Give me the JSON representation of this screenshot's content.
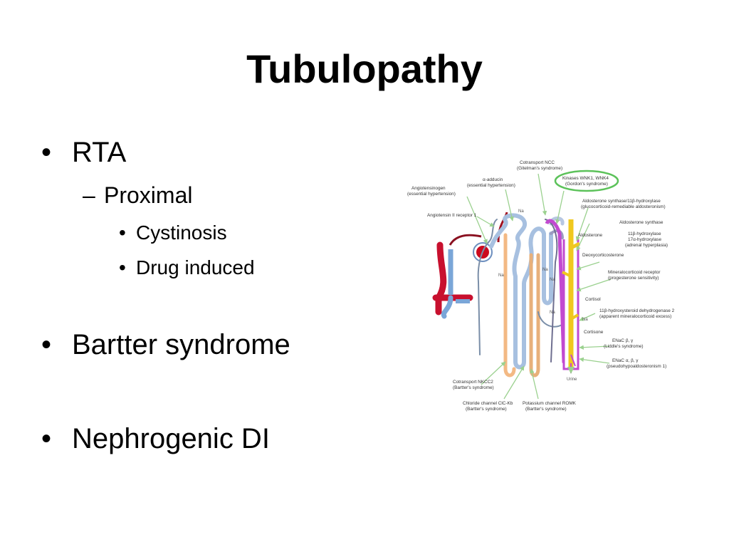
{
  "slide": {
    "title": "Tubulopathy",
    "bullets": [
      {
        "marker": "•",
        "text": "RTA"
      },
      {
        "marker": "–",
        "text": "Proximal"
      },
      {
        "marker": "•",
        "text": "Cystinosis"
      },
      {
        "marker": "•",
        "text": "Drug induced"
      },
      {
        "marker": "•",
        "text": "Bartter syndrome"
      },
      {
        "marker": "•",
        "text": "Nephrogenic DI"
      }
    ]
  },
  "figure": {
    "labels": {
      "cotransport_ncc": [
        "Cotransport NCC",
        "(Gitelman's syndrome)"
      ],
      "kinases": [
        "Kinases WNK1, WNK4",
        "(Gordon's syndrome)"
      ],
      "adducin": [
        "α-adducin",
        "(essential hypertension)"
      ],
      "angiotensinogen": [
        "Angiotensinogen",
        "(essential hypertension)"
      ],
      "aldo_synthase_11b": [
        "Aldosterone synthase/11β-hydroxylase",
        "(glucocorticoid-remediable aldosteronism)"
      ],
      "angiotensin_receptor": [
        "Angiotensin II receptor 1"
      ],
      "aldo_synthase": [
        "Aldosterone synthase"
      ],
      "aldosterone": [
        "Aldosterone"
      ],
      "hydroxylase": [
        "11β-hydroxylase",
        "17α-hydroxylase",
        "(adrenal hyperplasia)"
      ],
      "deoxycorticosterone": [
        "Deoxycorticosterone"
      ],
      "mineralocorticoid": [
        "Mineralocorticoid receptor",
        "(progesterone sensitivity)"
      ],
      "cortisol": [
        "Cortisol"
      ],
      "hsd2": [
        "11β-hydroxysteroid dehydrogenase 2",
        "(apparent mineralocorticoid excess)"
      ],
      "cortisone": [
        "Cortisone"
      ],
      "enac_liddle": [
        "ENaC β, γ",
        "(Liddle's syndrome)"
      ],
      "enac_pha": [
        "ENaC α, β, γ",
        "(pseudohypoaldosteronism 1)"
      ],
      "urine": [
        "Urine"
      ],
      "nkcc2": [
        "Cotransport NKCC2",
        "(Bartter's syndrome)"
      ],
      "clc_kb": [
        "Chloride channel ClC-Kb",
        "(Bartter's syndrome)"
      ],
      "romk": [
        "Potassium channel ROMK",
        "(Bartter's syndrome)"
      ],
      "na": "Na"
    }
  }
}
